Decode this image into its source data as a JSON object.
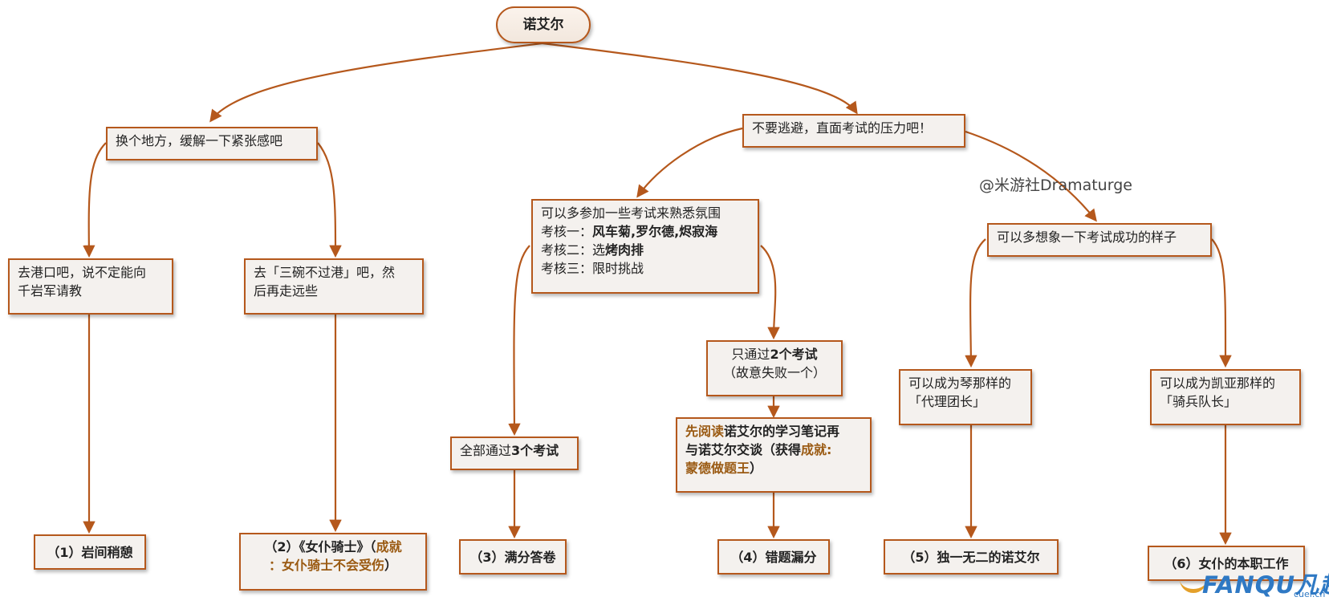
{
  "root": {
    "label": "诺艾尔"
  },
  "branch_left": {
    "label": "换个地方，缓解一下紧张感吧"
  },
  "branch_right": {
    "label": "不要逃避，直面考试的压力吧！"
  },
  "harbor": {
    "line1": "去港口吧，说不定能向",
    "line2": "千岩军请教"
  },
  "sanwan": {
    "line1": "去「三碗不过港」吧，然",
    "line2": "后再走远些"
  },
  "exams": {
    "line1": "可以多参加一些考试来熟悉氛围",
    "e1_prefix": "考核一：",
    "e1_value": "风车菊,罗尔德,烬寂海",
    "e2_prefix": "考核二：选",
    "e2_value": "烤肉排",
    "e3": "考核三：限时挑战"
  },
  "imagine": {
    "label": "可以多想象一下考试成功的样子"
  },
  "pass_two": {
    "line1_prefix": "只通过",
    "line1_bold": "2个考试",
    "line2": "（故意失败一个）"
  },
  "pass_all": {
    "prefix": "全部通过",
    "bold": "3个考试"
  },
  "notes": {
    "accent1": "先阅读",
    "part1": "诺艾尔的学习笔记再",
    "line2_prefix": "与诺艾尔交谈（获得",
    "accent2": "成就:",
    "accent3": "蒙德做题王",
    "line3_suffix": "）"
  },
  "qin": {
    "line1": "可以成为琴那样的",
    "line2": "「代理团长」"
  },
  "kaeya": {
    "line1": "可以成为凯亚那样的",
    "line2": "「骑兵队长」"
  },
  "endings": {
    "e1": "（1）岩间稍憩",
    "e2_prefix": "（2）《女仆骑士》（",
    "e2_accent1": "成就",
    "e2_line2_accent": "：女仆骑士不会受伤",
    "e2_suffix": "）",
    "e3": "（3）满分答卷",
    "e4": "（4）错题漏分",
    "e5": "（5）独一无二的诺艾尔",
    "e6": "（6）女仆的本职工作"
  },
  "watermark": "@米游社Dramaturge",
  "logo": {
    "text": "FANQU凡趣",
    "sub": "cuel.cn"
  },
  "colors": {
    "border": "#b5581c",
    "box_fill": "#f4f1ee",
    "accent_text": "#9a5a12",
    "logo": "#2f79c4"
  }
}
